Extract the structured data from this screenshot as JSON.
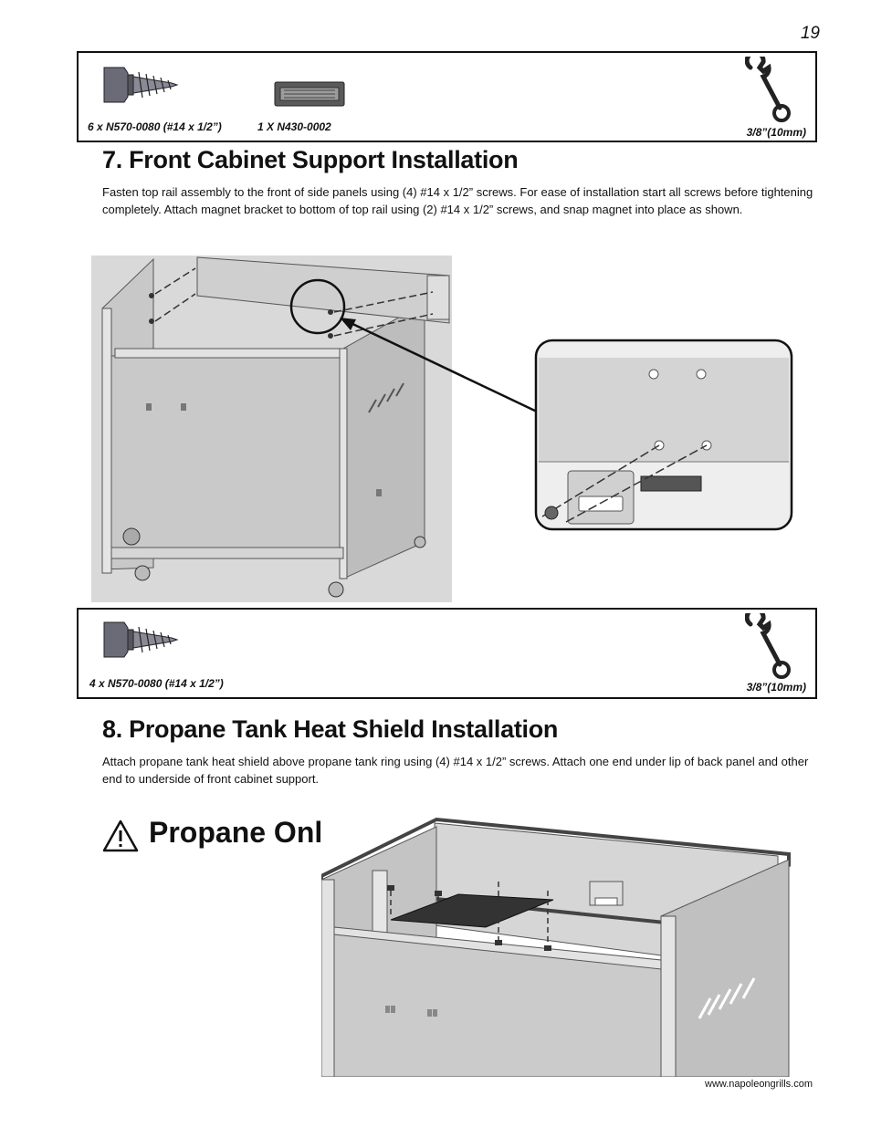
{
  "page": {
    "number": "19",
    "website": "www.napoleongrills.com"
  },
  "hardware_box_1": {
    "items": [
      {
        "icon": "screw-icon",
        "label": "6 x N570-0080 (#14 x 1/2”)"
      },
      {
        "icon": "magnet-icon",
        "label": "1 X N430-0002"
      }
    ],
    "tool": {
      "icon": "wrench-icon",
      "label": "3/8”(10mm)"
    }
  },
  "section7": {
    "title": "7. Front Cabinet Support Installation",
    "text": "Fasten top rail assembly to the front of side panels using (4) #14 x 1/2” screws.  For ease of installation start all screws before tightening completely.  Attach magnet bracket to bottom of top rail using (2) #14 x 1/2” screws, and snap magnet into place as shown."
  },
  "hardware_box_2": {
    "items": [
      {
        "icon": "screw-icon",
        "label": "4 x N570-0080 (#14 x 1/2”)"
      }
    ],
    "tool": {
      "icon": "wrench-icon",
      "label": "3/8”(10mm)"
    }
  },
  "section8": {
    "title": "8. Propane Tank Heat Shield Installation",
    "text": "Attach propane tank heat shield above propane tank ring using (4) #14 x 1/2” screws.  Attach one end under lip of back panel and other end to underside of front cabinet support.",
    "warning": {
      "icon": "warning-triangle-icon",
      "text": "Propane Only"
    }
  }
}
